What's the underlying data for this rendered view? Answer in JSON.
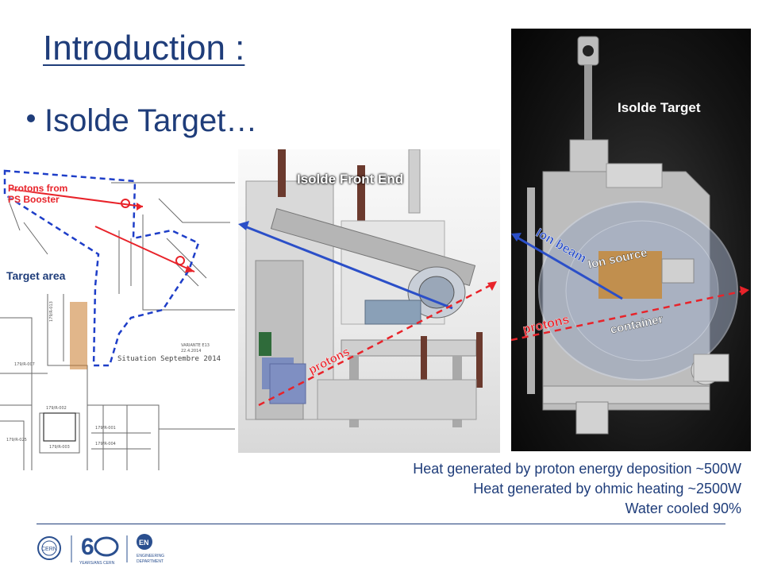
{
  "slide": {
    "title": "Introduction :",
    "bullet": "Isolde Target…"
  },
  "plan": {
    "protons_from": [
      "Protons from",
      "PS Booster"
    ],
    "target_area": "Target area",
    "situation": "Situation Septembre 2014",
    "variante": [
      "VARIANTE E13",
      "22.4.2014"
    ],
    "room_labels": [
      "179/R-013",
      "179/R-007",
      "179/R-025",
      "179/R-002",
      "179/R-003",
      "179/R-001",
      "179/R-004"
    ]
  },
  "front_end": {
    "label": "Isolde Front End",
    "protons": "protons"
  },
  "target": {
    "label": "Isolde Target",
    "ion_beam": "Ion beam",
    "ion_source": "Ion source",
    "container": "container",
    "protons": "protons"
  },
  "notes": [
    "Heat generated by proton energy deposition ~500W",
    "Heat generated by ohmic heating ~2500W",
    "Water cooled 90%"
  ],
  "footer": {
    "cern": "CERN",
    "anniversary": "YEARS/ANS CERN",
    "en_badge": "EN",
    "en_text": [
      "ENGINEERING",
      "DEPARTMENT"
    ]
  },
  "colors": {
    "title_blue": "#1f3d7a",
    "proton_red": "#e8232a",
    "dashed_blue": "#1e3ec8",
    "ion_blue": "#2b4fc8"
  }
}
